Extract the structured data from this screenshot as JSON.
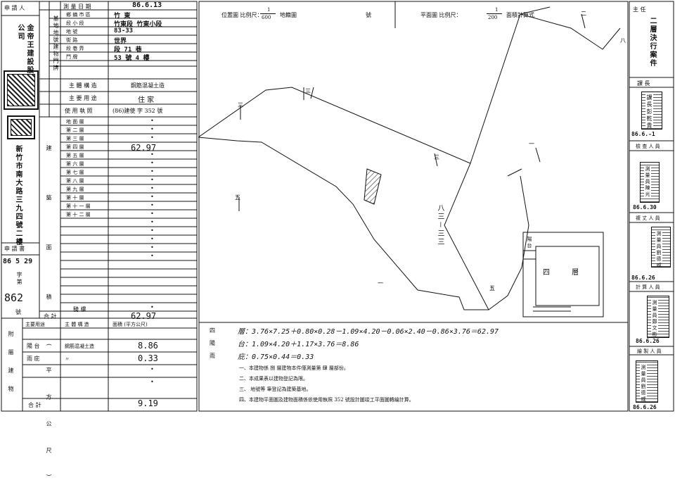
{
  "left_table": {
    "applicant_header": "申 請 人",
    "applicant_name": "金帝王建設股份有限公司",
    "applicant_address": "新竹市南大路三九四號二樓",
    "application_label": "申 請 書",
    "application_date": "86 5 29",
    "application_zi": "字第",
    "application_number": "862",
    "application_hao": "號",
    "survey_date_label": "測 量 日 期",
    "survey_date": "86.6.13",
    "site_header": "基地地號",
    "site_rows": [
      {
        "label": "鄉 鎮 市 區",
        "value": "竹 東"
      },
      {
        "label": "段 小 段",
        "value": "竹東段 竹東小段"
      },
      {
        "label": "地 號",
        "value": "83-33"
      },
      {
        "label": "街 路",
        "value": "世界"
      },
      {
        "label": "段 巷 弄",
        "value": "段 71 巷"
      },
      {
        "label": "門 牌",
        "value": "53 號 4 樓"
      }
    ],
    "building_door_header": "建物門牌",
    "structure_label": "主 體 構 造",
    "structure_value": "鋼筋混凝土造",
    "main_use_label": "主 要 用 途",
    "main_use_value": "住 家",
    "license_label": "使 用 執 照",
    "license_value": "(86)建使 字 352 號",
    "area_header": "建 築 面 積 (平方公尺)",
    "floors": [
      {
        "label": "地 面 層",
        "value": "•"
      },
      {
        "label": "第 二 層",
        "value": "•"
      },
      {
        "label": "第 三 層",
        "value": "•"
      },
      {
        "label": "第 四 層",
        "value": "62.97"
      },
      {
        "label": "第 五 層",
        "value": "•"
      },
      {
        "label": "第 六 層",
        "value": "•"
      },
      {
        "label": "第 七 層",
        "value": "•"
      },
      {
        "label": "第 八 層",
        "value": "•"
      },
      {
        "label": "第 九 層",
        "value": "•"
      },
      {
        "label": "第 十 層",
        "value": "•"
      },
      {
        "label": "第 十 一 層",
        "value": "•"
      },
      {
        "label": "第 十 二 層",
        "value": "•"
      },
      {
        "label": "",
        "value": "•"
      },
      {
        "label": "",
        "value": "•"
      },
      {
        "label": "",
        "value": "•"
      },
      {
        "label": "",
        "value": "•"
      },
      {
        "label": "",
        "value": "•"
      }
    ],
    "basement_label": "騎 樓",
    "basement_value": "•",
    "total_label": "合 計",
    "total_value": "62.97",
    "annex_header": "附屬建物",
    "annex_cols": [
      "主要用途",
      "主 體 構 造",
      "面積 (平方公尺)"
    ],
    "annex_rows": [
      {
        "use": "陽 台",
        "structure": "鋼筋混凝土造",
        "area": "8.86"
      },
      {
        "use": "雨 庇",
        "structure": "〃",
        "area": "0.33"
      },
      {
        "use": "",
        "structure": "",
        "area": "•"
      },
      {
        "use": "",
        "structure": "",
        "area": "•"
      }
    ],
    "annex_total_label": "合 計",
    "annex_total_value": "9.19"
  },
  "drawing": {
    "location_scale_label": "位置圖 比例尺：",
    "location_scale_num": "1",
    "location_scale_den": "600",
    "location_map_label": "地籍圖",
    "location_hao": "號",
    "plan_scale_label": "平面圖 比例尺：",
    "plan_scale_num": "1",
    "plan_scale_den": "200",
    "area_calc_label": "面積計算式",
    "floor_label": "四 層",
    "balcony_label": "陽台",
    "lot_label": "八三－三三",
    "formulas": [
      {
        "label": "四",
        "text": "層：3.76×7.25＋0.80×0.28－1.09×4.20－0.06×2.40－0.86×3.76＝62.97"
      },
      {
        "label": "陽",
        "text": "台：1.09×4.20＋1.17×3.76＝8.86"
      },
      {
        "label": "雨",
        "text": "庇：0.75×0.44＝0.33"
      }
    ],
    "notes": [
      "一、本建物係 捌 層建物本件僅測量第 肆 層部份。",
      "二、本成果表以建物登記為限。",
      "三、 地號等 筆登記為建築基地。",
      "四、本建物平面圖及建物面積係依使用執照 352 號設計圖竣工平面圖轉繪計算。"
    ]
  },
  "right_column": {
    "head": "主 任",
    "dept": "二層決行案件",
    "chief_label": "課 長",
    "chief_stamp": "課長彭乾貴",
    "chief_note": "86.6.-1",
    "checker_label": "檢 查 人 員",
    "checker_stamp": "測量員陳光",
    "checker_date": "86.6.30",
    "surveyor_label": "複 丈 人 員",
    "surveyor_stamp": "測量員劉德威",
    "surveyor_date": "86.6.26",
    "calc_label": "計 算 人 員",
    "calc_stamp": "測量員鄭文彬",
    "calc_date": "86.6.26",
    "drafter_label": "繪 製 人 員",
    "drafter_stamp": "測量員劉德威",
    "drafter_date": "86.6.26"
  }
}
